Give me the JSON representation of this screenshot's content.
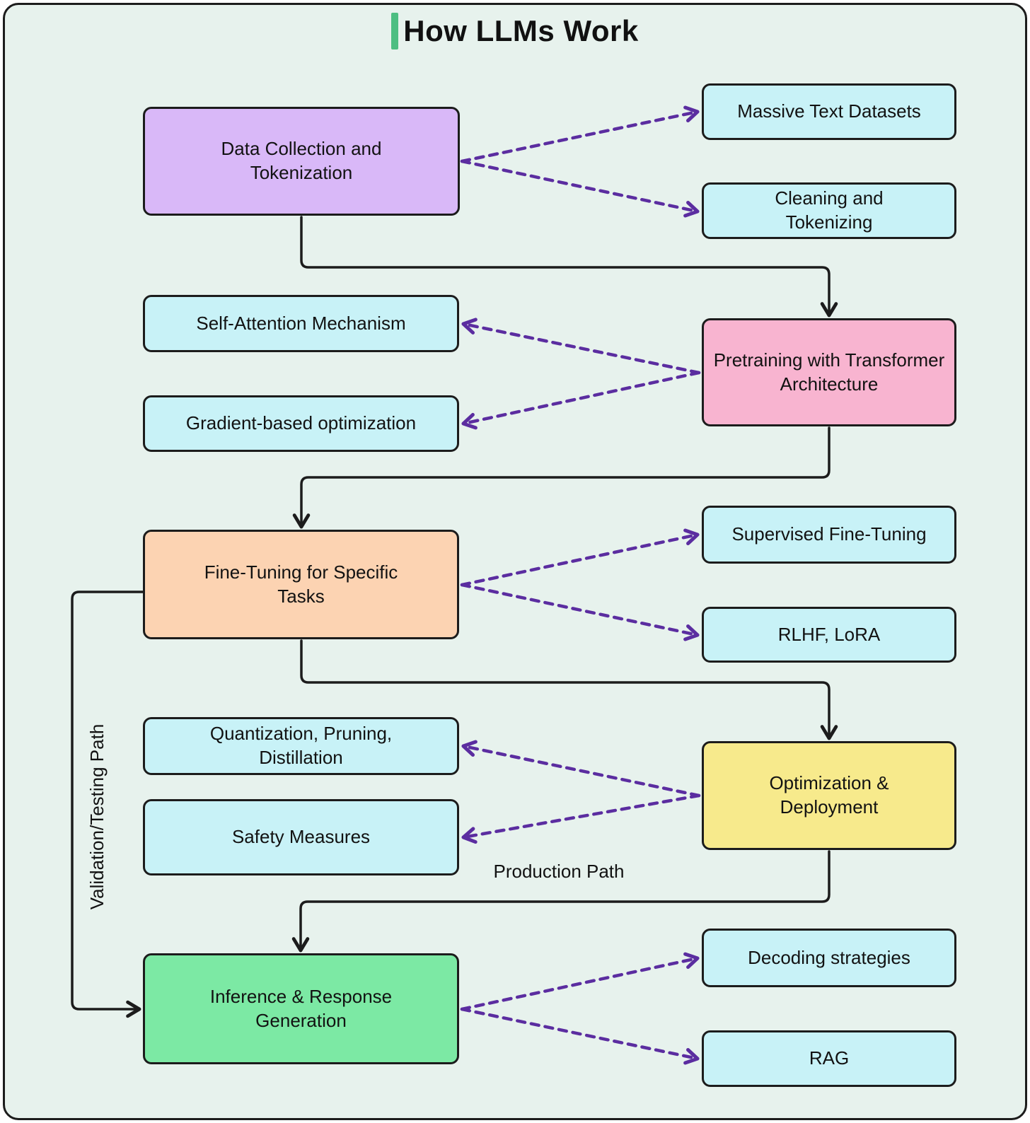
{
  "title": "How LLMs Work",
  "colors": {
    "canvas_bg": "#e7f2ed",
    "line": "#1c1c1c",
    "dashed_arrow": "#5b2da0",
    "title_bar": "#4dbe82",
    "node_purple": "#d9b8f8",
    "node_pink": "#f8b4d0",
    "node_orange": "#fcd3b2",
    "node_yellow": "#f7ea8c",
    "node_green": "#7ce9a4",
    "node_cyan": "#c8f2f7"
  },
  "nodes": {
    "data_collection": {
      "label": "Data Collection and Tokenization"
    },
    "massive_text": {
      "label": "Massive Text Datasets"
    },
    "cleaning": {
      "label": "Cleaning and Tokenizing"
    },
    "pretraining": {
      "label": "Pretraining with Transformer Architecture"
    },
    "self_attention": {
      "label": "Self-Attention Mechanism"
    },
    "gradient": {
      "label": "Gradient-based optimization"
    },
    "fine_tuning": {
      "label": "Fine-Tuning for Specific Tasks"
    },
    "supervised": {
      "label": "Supervised Fine-Tuning"
    },
    "rlhf": {
      "label": "RLHF, LoRA"
    },
    "optimization": {
      "label": "Optimization & Deployment"
    },
    "quantization": {
      "label": "Quantization, Pruning, Distillation"
    },
    "safety": {
      "label": "Safety Measures"
    },
    "inference": {
      "label": "Inference & Response Generation"
    },
    "decoding": {
      "label": "Decoding strategies"
    },
    "rag": {
      "label": "RAG"
    }
  },
  "edge_labels": {
    "validation_path": "Validation/Testing Path",
    "production_path": "Production Path"
  }
}
